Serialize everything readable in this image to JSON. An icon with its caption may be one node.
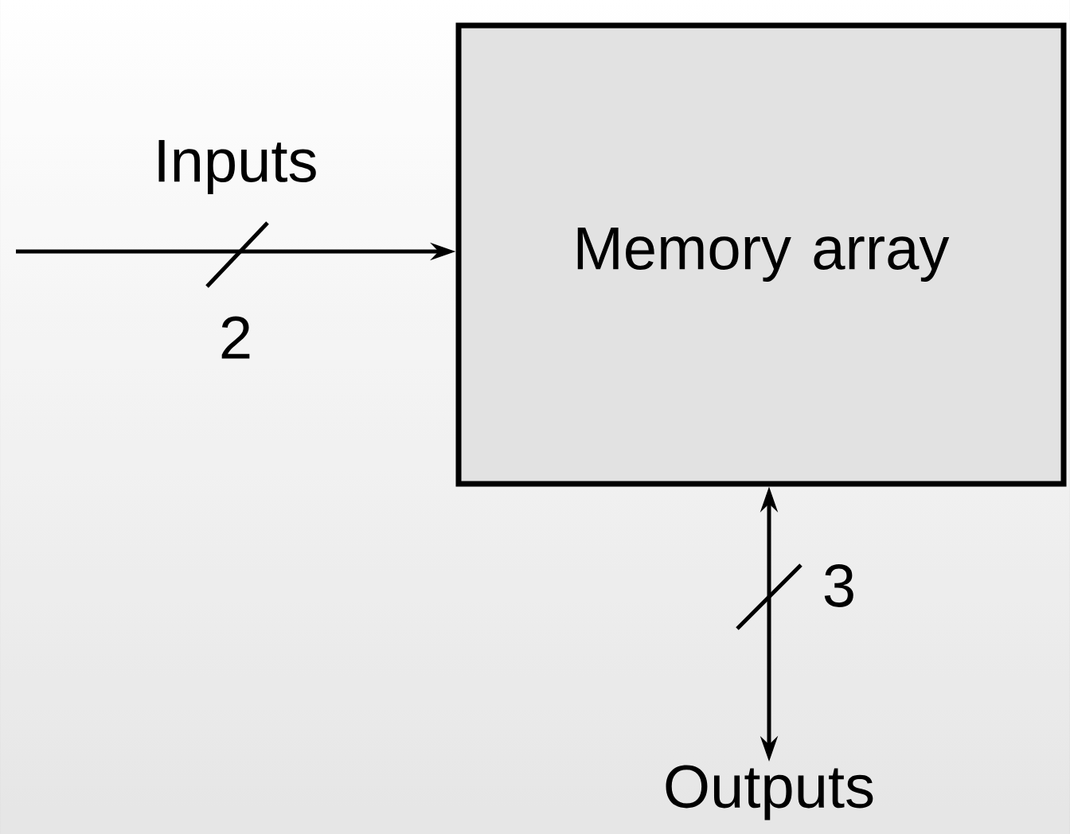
{
  "diagram": {
    "nodes": [
      {
        "text": [
          "Memory array"
        ]
      },
      {
        "text": [
          "Outputs"
        ]
      }
    ],
    "edges": [
      {
        "from": null,
        "to": 0,
        "arrow": "to",
        "label": "Inputs"
      },
      {
        "from": 0,
        "to": 1,
        "arrow": "both"
      }
    ],
    "labels": [
      "2",
      "3"
    ]
  }
}
